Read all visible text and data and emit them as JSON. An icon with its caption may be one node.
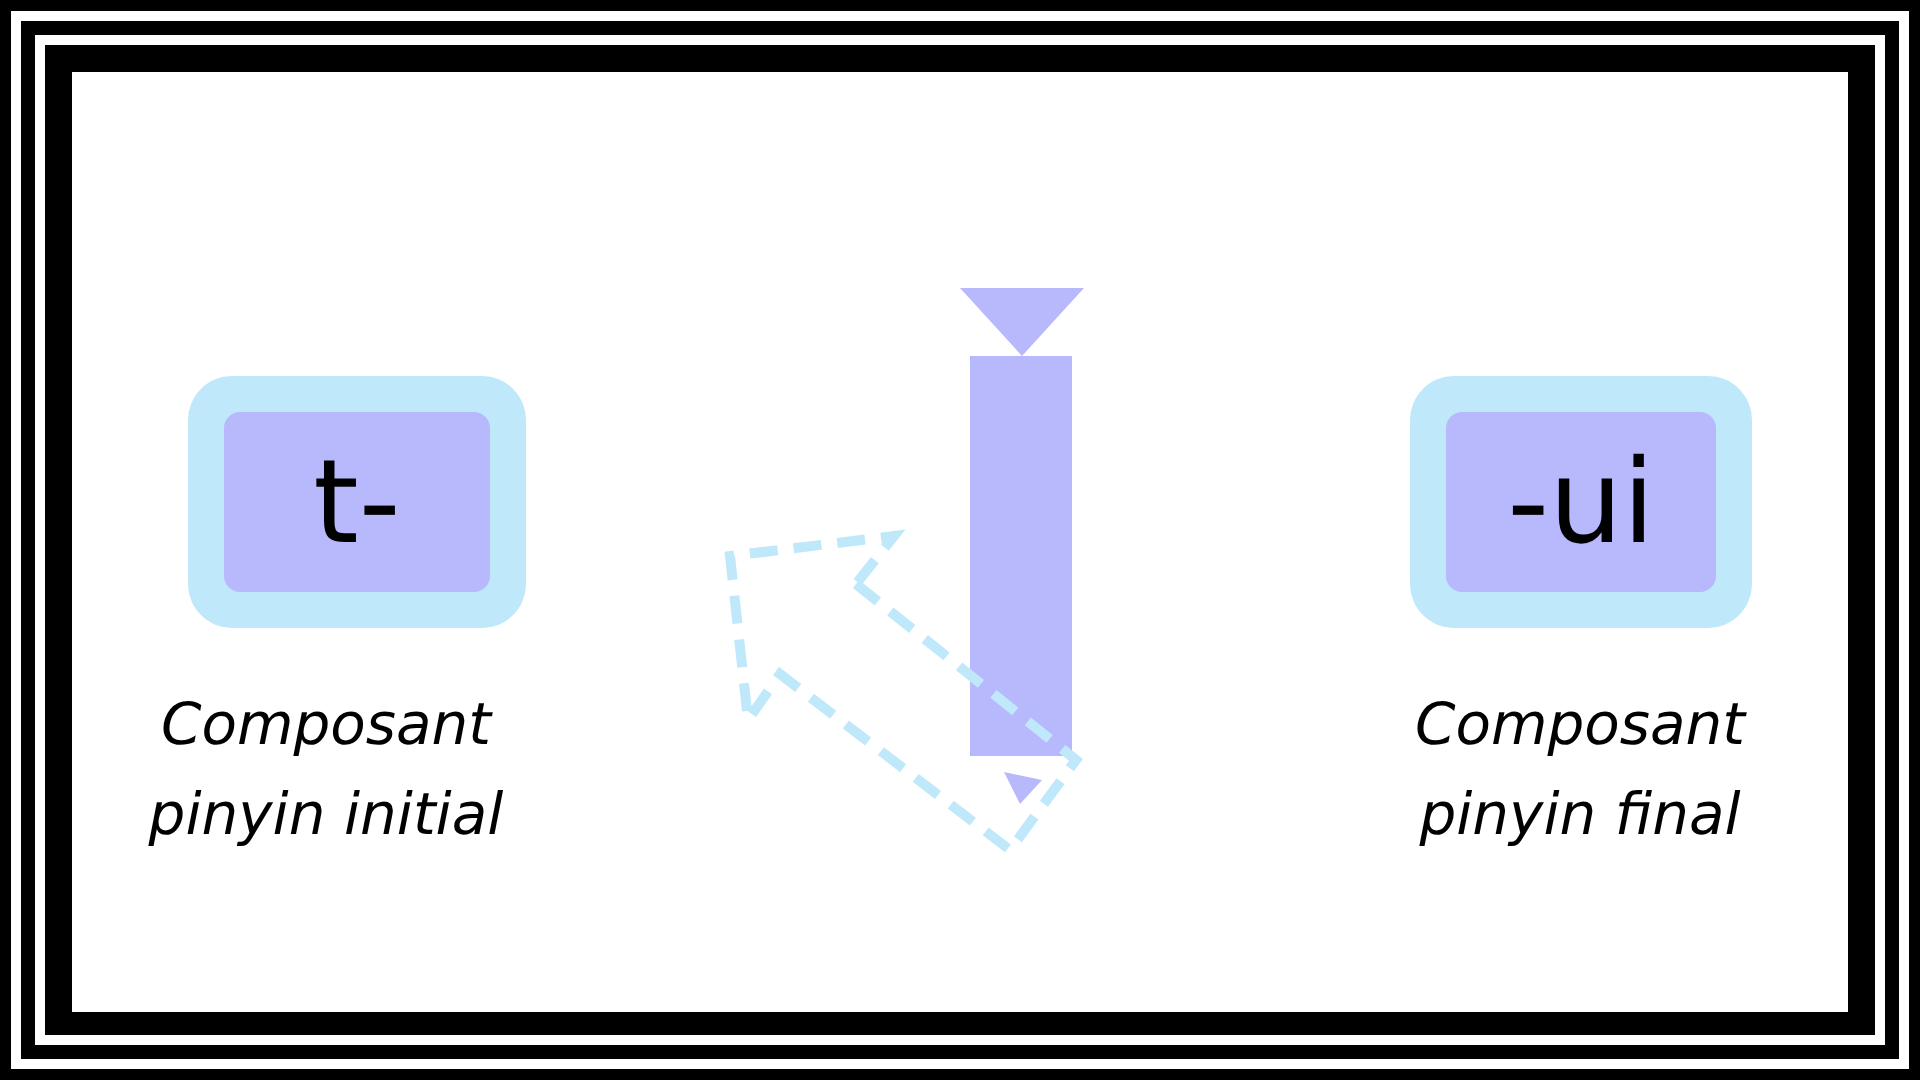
{
  "diagram": {
    "nodes": [
      {
        "text": [
          "t-"
        ],
        "beside": [
          "Composant pinyin initial"
        ]
      },
      {
        "text": [
          "-ui"
        ],
        "beside": [
          "Composant pinyin final"
        ]
      }
    ]
  }
}
